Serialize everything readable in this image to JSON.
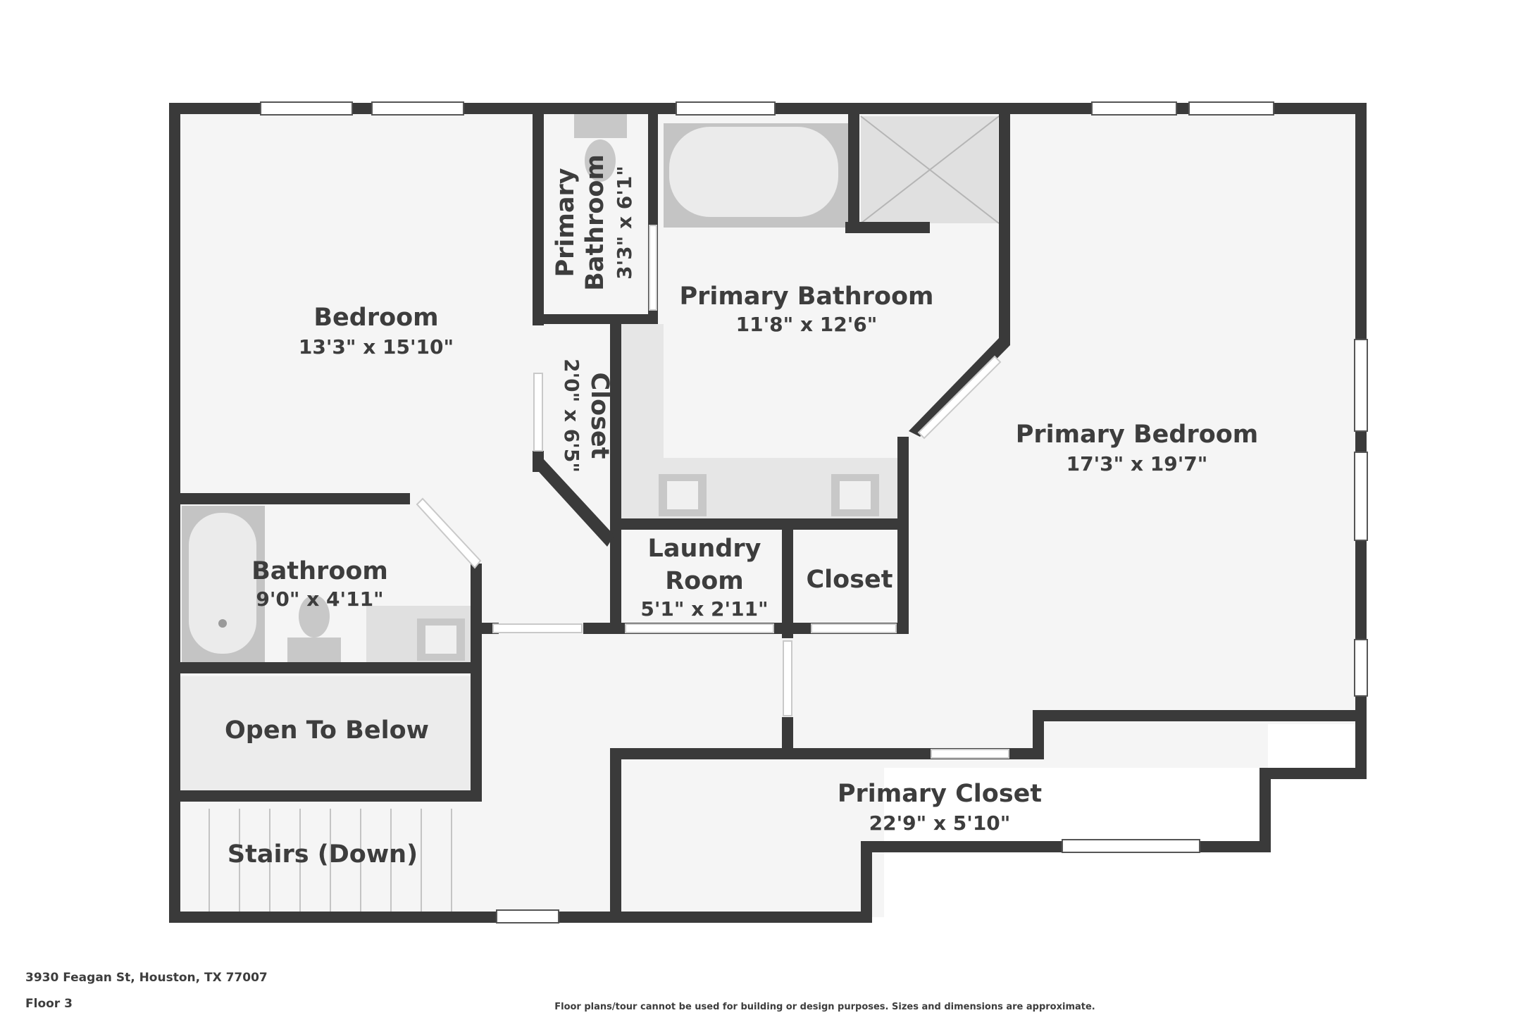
{
  "rooms": {
    "bedroom": {
      "name": "Bedroom",
      "dims": "13'3\" x 15'10\""
    },
    "primary_bathroom_small": {
      "name_line1": "Primary",
      "name_line2": "Bathroom",
      "dims": "3'3\" x 6'1\""
    },
    "primary_bathroom": {
      "name": "Primary Bathroom",
      "dims": "11'8\" x 12'6\""
    },
    "closet_small": {
      "name": "Closet",
      "dims": "2'0\" x 6'5\""
    },
    "primary_bedroom": {
      "name": "Primary Bedroom",
      "dims": "17'3\" x 19'7\""
    },
    "bathroom": {
      "name": "Bathroom",
      "dims": "9'0\" x 4'11\""
    },
    "laundry_room": {
      "name_line1": "Laundry",
      "name_line2": "Room",
      "dims": "5'1\" x 2'11\""
    },
    "closet": {
      "name": "Closet"
    },
    "open_to_below": {
      "name": "Open To Below"
    },
    "stairs": {
      "name": "Stairs (Down)"
    },
    "primary_closet": {
      "name": "Primary Closet",
      "dims": "22'9\" x 5'10\""
    }
  },
  "footer": {
    "address": "3930 Feagan St, Houston, TX 77007",
    "floor": "Floor 3",
    "disclaimer": "Floor plans/tour cannot be used for building or design purposes. Sizes and dimensions are approximate."
  }
}
